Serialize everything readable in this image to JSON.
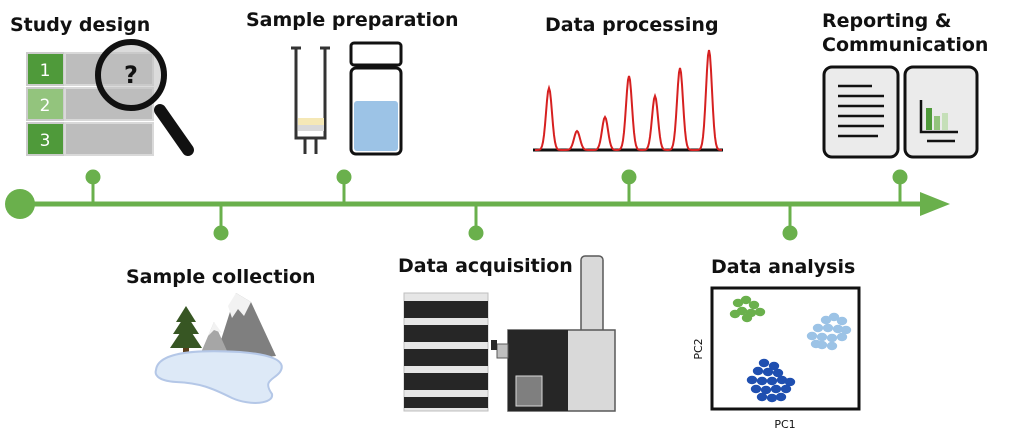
{
  "stages": {
    "study_design": "Study design",
    "sample_preparation": "Sample preparation",
    "data_processing": "Data processing",
    "reporting_line1": "Reporting &",
    "reporting_line2": "Communication",
    "sample_collection": "Sample collection",
    "data_acquisition": "Data acquisition",
    "data_analysis": "Data analysis"
  },
  "study_design_table": {
    "rows": [
      "1",
      "2",
      "3"
    ],
    "query_mark": "?"
  },
  "pca_plot": {
    "xlabel": "PC1",
    "ylabel": "PC2"
  },
  "colors": {
    "timeline_green": "#6ab04c",
    "dark_green": "#4f9a3a",
    "light_blue": "#9cc3e6",
    "dark_blue": "#1f4fb0",
    "peak_red": "#d62020"
  }
}
